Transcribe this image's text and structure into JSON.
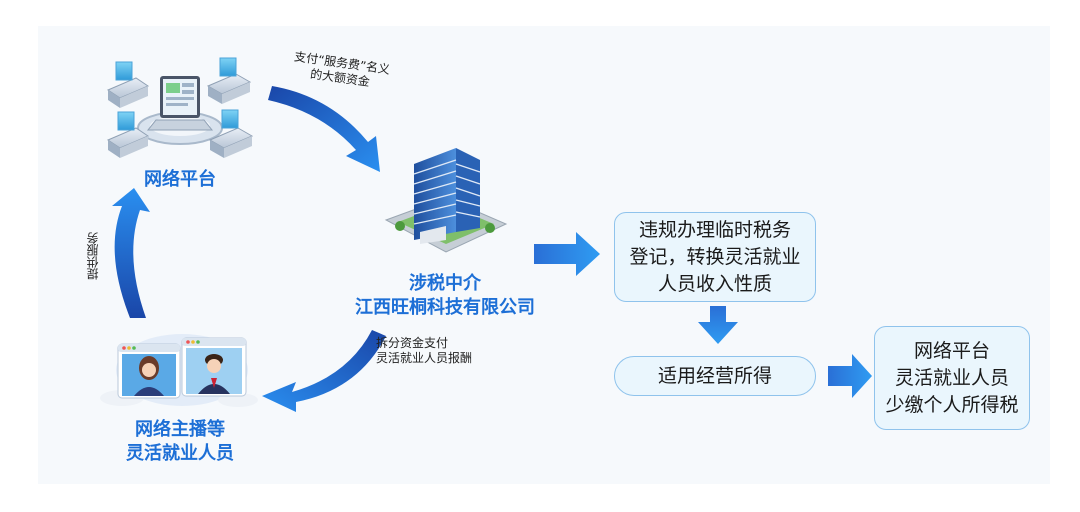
{
  "nodes": {
    "platform": "网络平台",
    "agency": [
      "涉税中介",
      "江西旺桐科技有限公司"
    ],
    "streamers": [
      "网络主播等",
      "灵活就业人员"
    ]
  },
  "edges": {
    "pay_service_fee": [
      "支付“服务费”名义",
      "的大额资金"
    ],
    "split_funds": [
      "拆分资金支付",
      "灵活就业人员报酬"
    ],
    "provide_service": [
      "提供",
      "服务"
    ]
  },
  "boxes": {
    "illegal_registration": [
      "违规办理临时税务",
      "登记，转换灵活就业",
      "人员收入性质"
    ],
    "apply_business_income": [
      "适用经营所得"
    ],
    "result": [
      "网络平台",
      "灵活就业人员",
      "少缴个人所得税"
    ]
  },
  "colors": {
    "accent": "#1d6fd6",
    "box_border": "#8fc3ec",
    "box_fill": "#eaf6fd"
  }
}
